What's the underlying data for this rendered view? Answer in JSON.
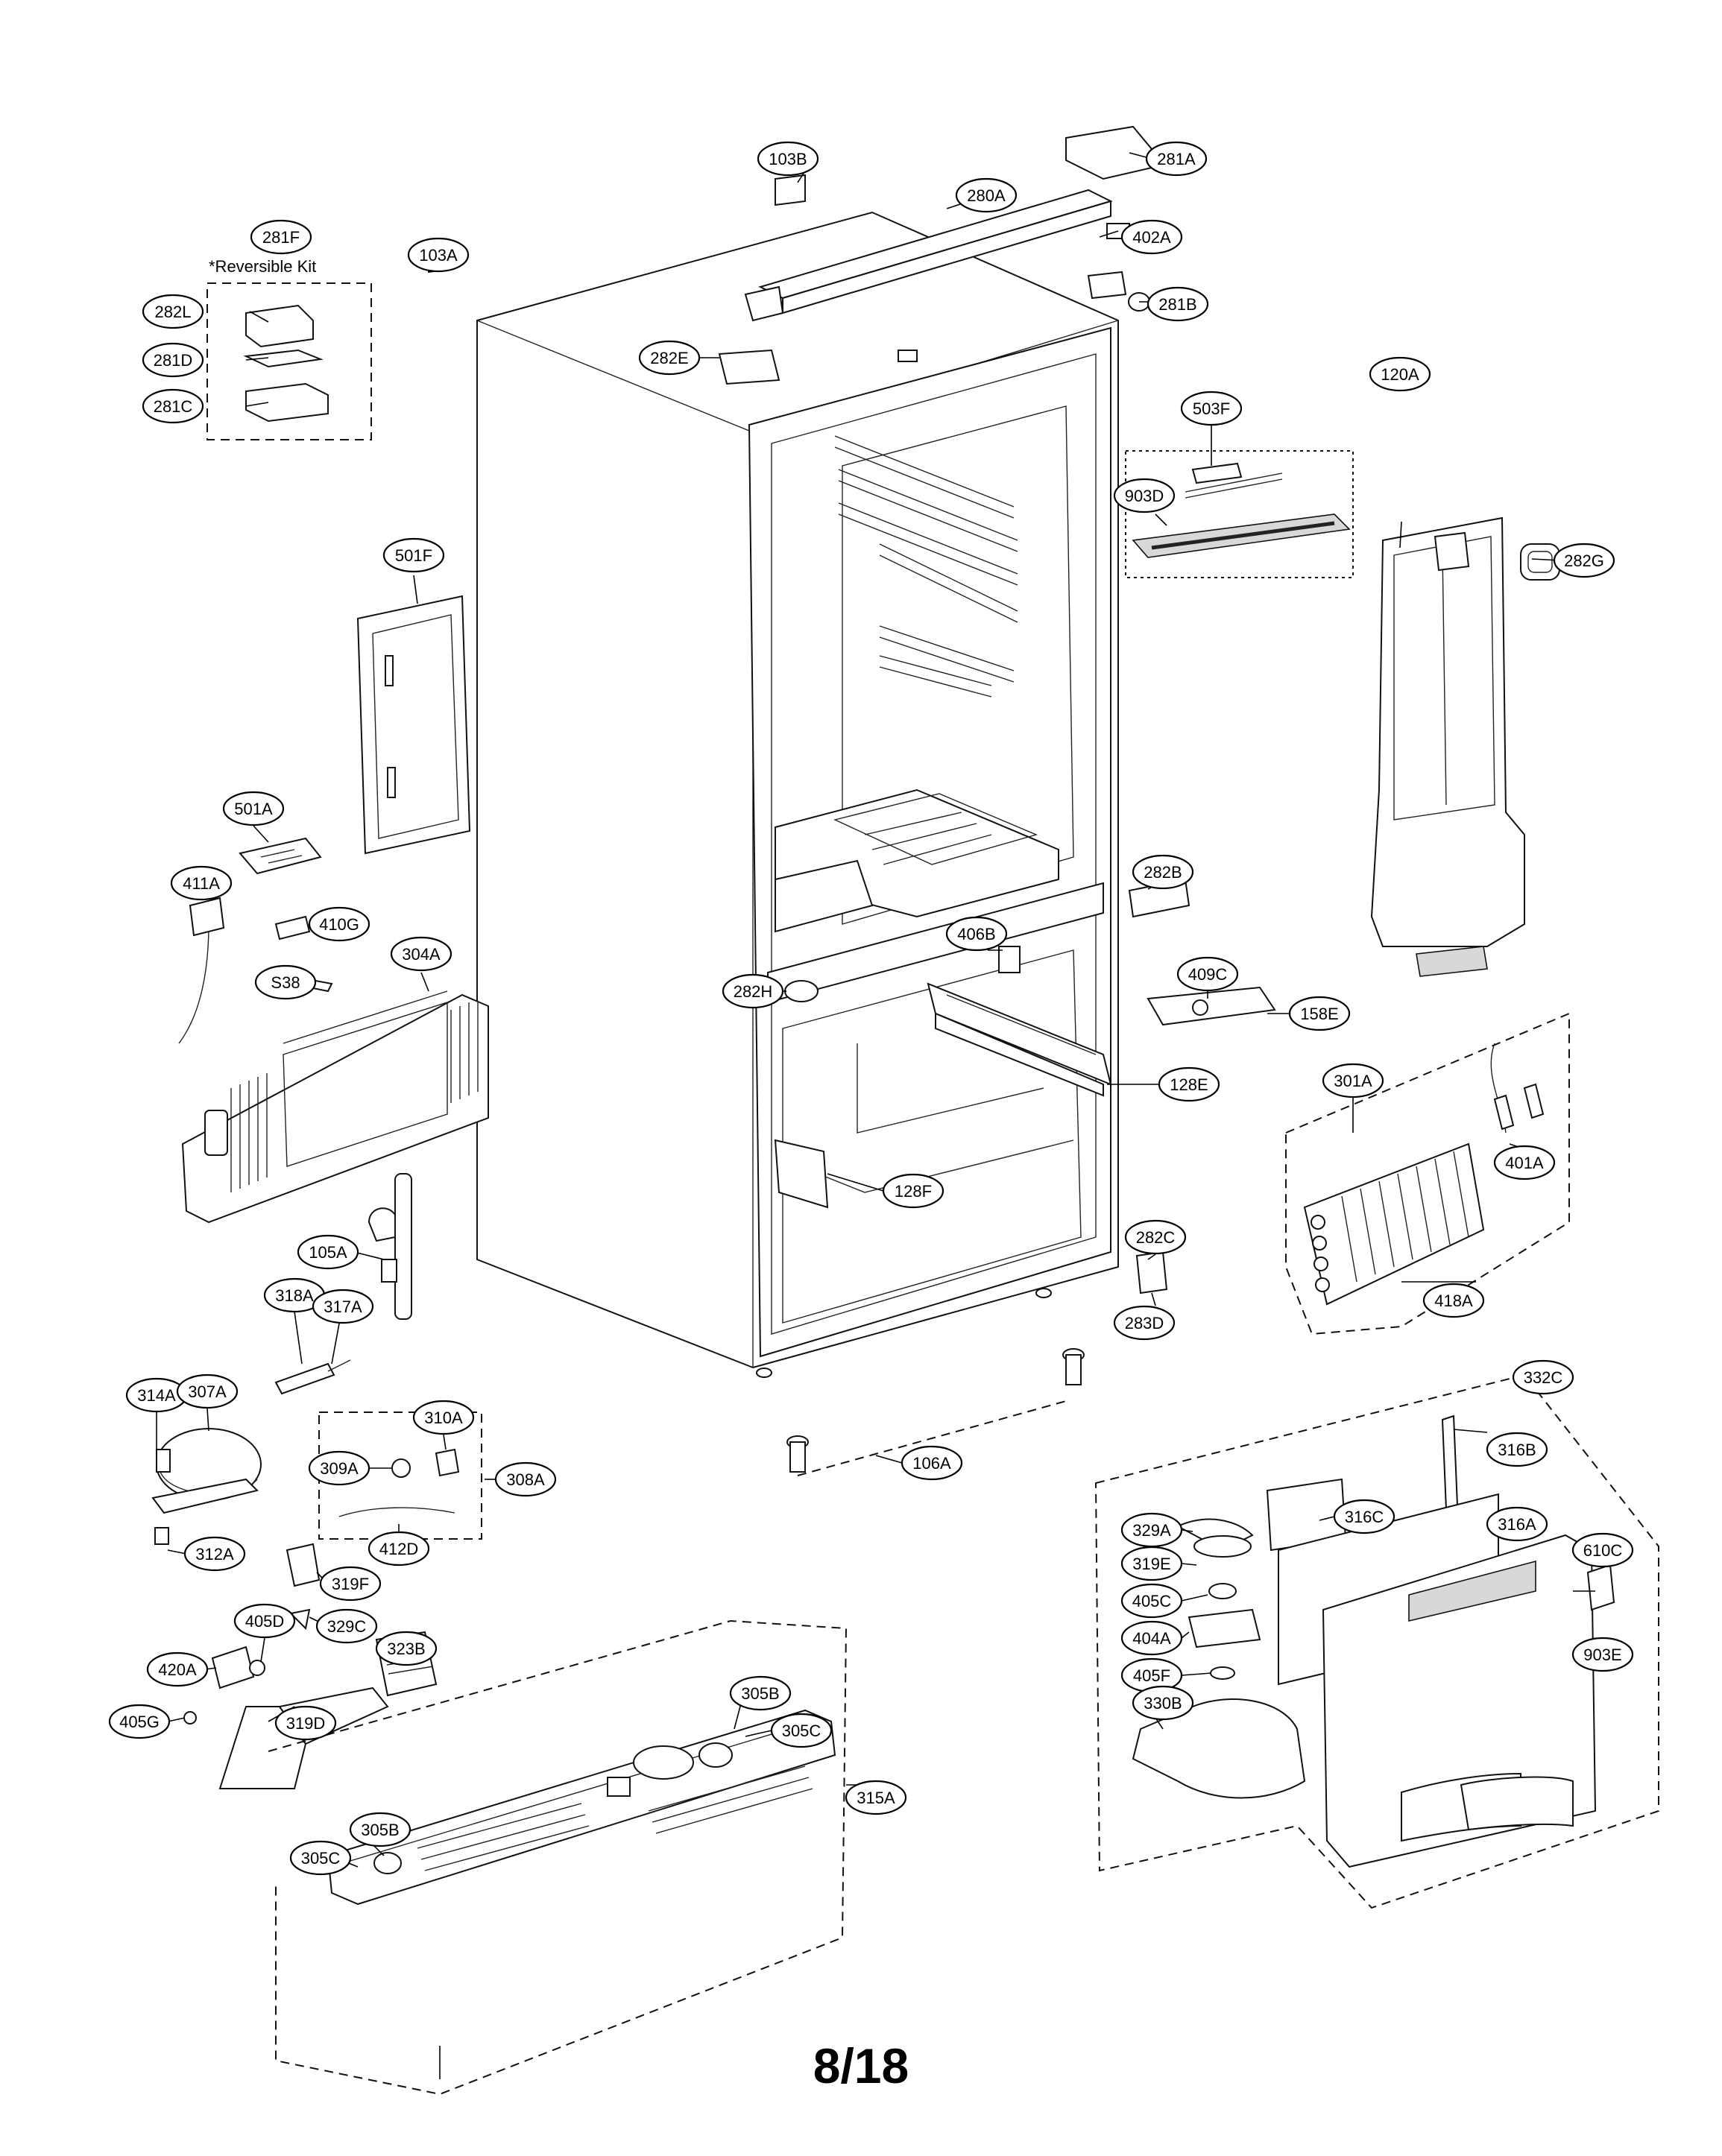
{
  "diagram": {
    "page_number": "8/18",
    "kit_note": "*Reversible Kit",
    "callouts": [
      {
        "id": "103B",
        "label": "103B"
      },
      {
        "id": "281A",
        "label": "281A"
      },
      {
        "id": "280A",
        "label": "280A"
      },
      {
        "id": "402A",
        "label": "402A"
      },
      {
        "id": "281F",
        "label": "281F"
      },
      {
        "id": "103A",
        "label": "103A"
      },
      {
        "id": "281B",
        "label": "281B"
      },
      {
        "id": "282L",
        "label": "282L"
      },
      {
        "id": "282E",
        "label": "282E"
      },
      {
        "id": "281D",
        "label": "281D"
      },
      {
        "id": "281C",
        "label": "281C"
      },
      {
        "id": "503F",
        "label": "503F"
      },
      {
        "id": "903D",
        "label": "903D"
      },
      {
        "id": "120A",
        "label": "120A"
      },
      {
        "id": "282G",
        "label": "282G"
      },
      {
        "id": "501F",
        "label": "501F"
      },
      {
        "id": "501A",
        "label": "501A"
      },
      {
        "id": "411A",
        "label": "411A"
      },
      {
        "id": "410G",
        "label": "410G"
      },
      {
        "id": "282B",
        "label": "282B"
      },
      {
        "id": "304A",
        "label": "304A"
      },
      {
        "id": "S38",
        "label": "S38"
      },
      {
        "id": "406B",
        "label": "406B"
      },
      {
        "id": "409C",
        "label": "409C"
      },
      {
        "id": "158E",
        "label": "158E"
      },
      {
        "id": "282H",
        "label": "282H"
      },
      {
        "id": "128E",
        "label": "128E"
      },
      {
        "id": "301A",
        "label": "301A"
      },
      {
        "id": "401A",
        "label": "401A"
      },
      {
        "id": "128F",
        "label": "128F"
      },
      {
        "id": "105A",
        "label": "105A"
      },
      {
        "id": "282C",
        "label": "282C"
      },
      {
        "id": "418A",
        "label": "418A"
      },
      {
        "id": "318A",
        "label": "318A"
      },
      {
        "id": "317A",
        "label": "317A"
      },
      {
        "id": "283D",
        "label": "283D"
      },
      {
        "id": "332C",
        "label": "332C"
      },
      {
        "id": "314A",
        "label": "314A"
      },
      {
        "id": "307A",
        "label": "307A"
      },
      {
        "id": "310A",
        "label": "310A"
      },
      {
        "id": "316B",
        "label": "316B"
      },
      {
        "id": "106A",
        "label": "106A"
      },
      {
        "id": "309A",
        "label": "309A"
      },
      {
        "id": "308A",
        "label": "308A"
      },
      {
        "id": "329A",
        "label": "329A"
      },
      {
        "id": "316C",
        "label": "316C"
      },
      {
        "id": "316A",
        "label": "316A"
      },
      {
        "id": "412D",
        "label": "412D"
      },
      {
        "id": "312A",
        "label": "312A"
      },
      {
        "id": "319E",
        "label": "319E"
      },
      {
        "id": "610C",
        "label": "610C"
      },
      {
        "id": "319F",
        "label": "319F"
      },
      {
        "id": "405C",
        "label": "405C"
      },
      {
        "id": "405D",
        "label": "405D"
      },
      {
        "id": "329C",
        "label": "329C"
      },
      {
        "id": "404A",
        "label": "404A"
      },
      {
        "id": "323B",
        "label": "323B"
      },
      {
        "id": "903E",
        "label": "903E"
      },
      {
        "id": "420A",
        "label": "420A"
      },
      {
        "id": "405F",
        "label": "405F"
      },
      {
        "id": "305B_top",
        "label": "305B"
      },
      {
        "id": "319D",
        "label": "319D"
      },
      {
        "id": "405G",
        "label": "405G"
      },
      {
        "id": "305C_top",
        "label": "305C"
      },
      {
        "id": "330B",
        "label": "330B"
      },
      {
        "id": "315A",
        "label": "315A"
      },
      {
        "id": "305B_bot",
        "label": "305B"
      },
      {
        "id": "305C_bot",
        "label": "305C"
      }
    ]
  }
}
